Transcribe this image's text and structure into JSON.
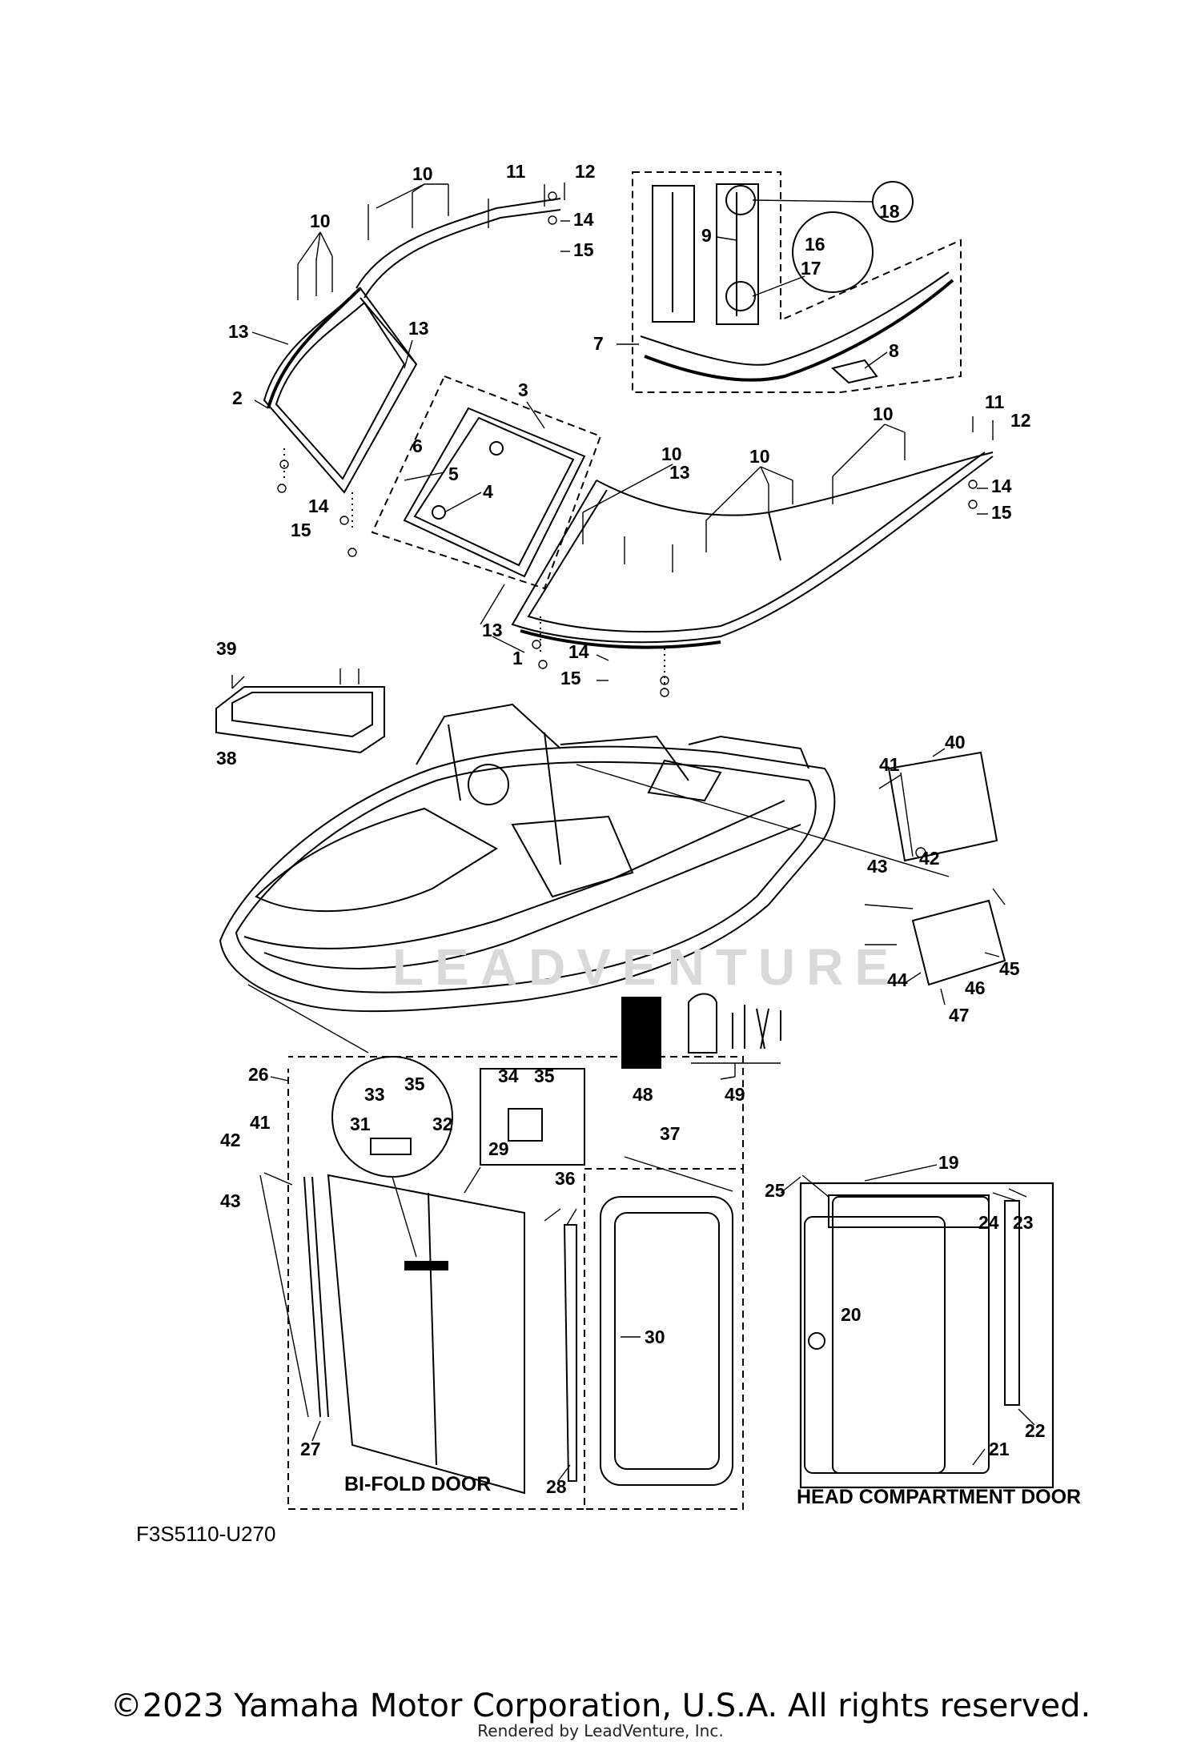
{
  "diagram": {
    "code": "F3S5110-U270",
    "watermark": "LEADVENTURE",
    "labels": {
      "bifold_door": "BI-FOLD DOOR",
      "head_compartment_door": "HEAD COMPARTMENT DOOR"
    },
    "callouts": [
      "1",
      "2",
      "3",
      "4",
      "5",
      "6",
      "7",
      "8",
      "9",
      "10",
      "11",
      "12",
      "13",
      "14",
      "15",
      "16",
      "17",
      "18",
      "19",
      "20",
      "21",
      "22",
      "23",
      "24",
      "25",
      "26",
      "27",
      "28",
      "29",
      "30",
      "31",
      "32",
      "33",
      "34",
      "35",
      "36",
      "37",
      "38",
      "39",
      "40",
      "41",
      "42",
      "43",
      "44",
      "45",
      "46",
      "47",
      "48",
      "49"
    ]
  },
  "footer": {
    "copyright": "©2023 Yamaha Motor Corporation, U.S.A. All rights reserved.",
    "rendered_by": "Rendered by LeadVenture, Inc."
  }
}
